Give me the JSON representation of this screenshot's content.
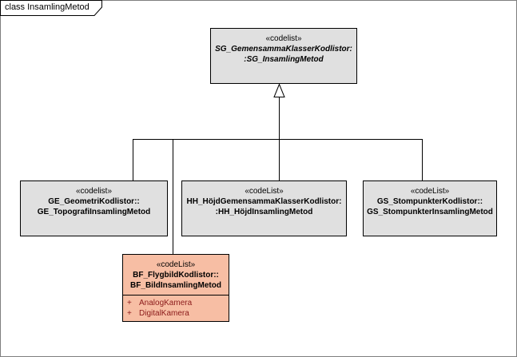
{
  "frame": {
    "title": "class InsamlingMetod"
  },
  "classes": {
    "parent": {
      "stereotype": "«codelist»",
      "name_line1": "SG_GemensammaKlasserKodlistor:",
      "name_line2": ":SG_InsamlingMetod"
    },
    "ge": {
      "stereotype": "«codelist»",
      "name_line1": "GE_GeometriKodlistor::",
      "name_line2": "GE_TopografiInsamlingMetod"
    },
    "hh": {
      "stereotype": "«codeList»",
      "name_line1": "HH_HöjdGemensammaKlasserKodlistor:",
      "name_line2": ":HH_HöjdInsamlingMetod"
    },
    "gs": {
      "stereotype": "«codeList»",
      "name_line1": "GS_StompunkterKodlistor::",
      "name_line2": "GS_StompunkterInsamlingMetod"
    },
    "bf": {
      "stereotype": "«codeList»",
      "name_line1": "BF_FlygbildKodlistor::",
      "name_line2": "BF_BildInsamlingMetod",
      "attributes": [
        {
          "visibility": "+",
          "name": "AnalogKamera"
        },
        {
          "visibility": "+",
          "name": "DigitalKamera"
        }
      ]
    }
  },
  "colors": {
    "class_fill": "#e0e0e0",
    "highlight_fill": "#f7bea4",
    "attribute_text": "#8b1a1a"
  }
}
